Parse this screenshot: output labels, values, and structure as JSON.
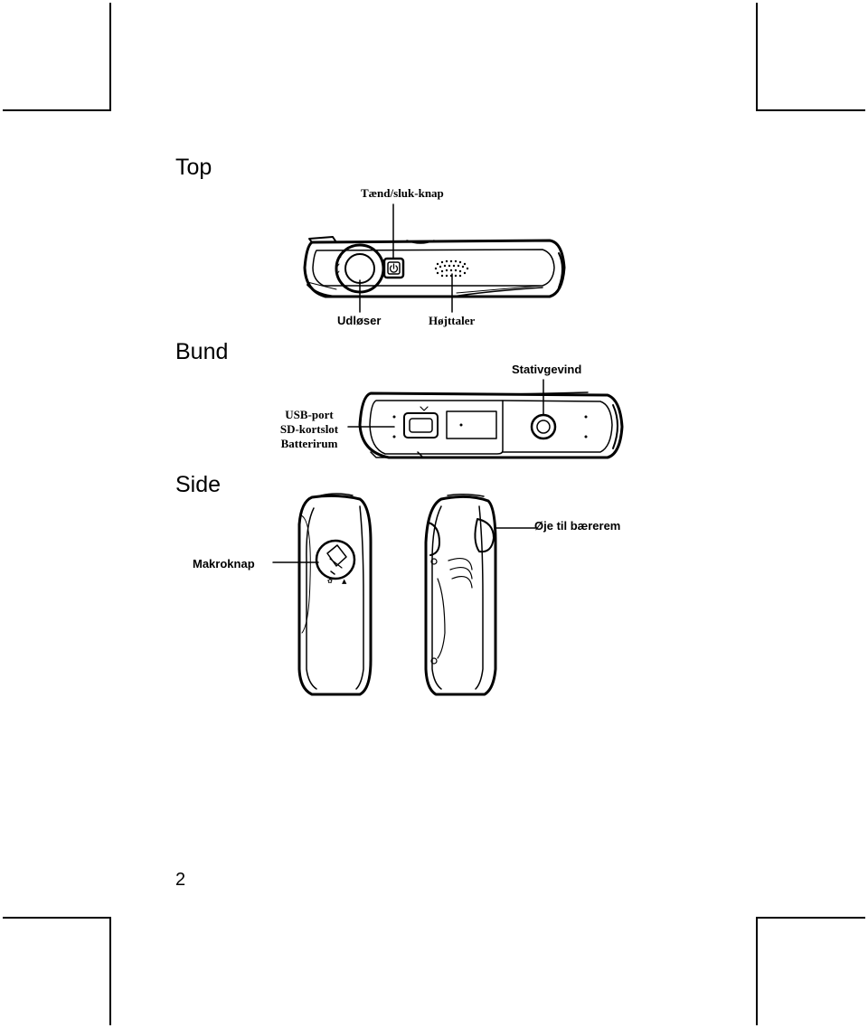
{
  "headings": {
    "top": "Top",
    "bottom": "Bund",
    "side": "Side"
  },
  "labels": {
    "power_button": "Tænd/sluk-knap",
    "shutter": "Udløser",
    "speaker": "Højttaler",
    "tripod_socket": "Stativgevind",
    "usb_sd_battery": [
      "USB-port",
      "SD-kortslot",
      "Batterirum"
    ],
    "strap_eyelet": "Øje til bærerem",
    "macro_button": "Makroknap"
  },
  "page_number": "2"
}
